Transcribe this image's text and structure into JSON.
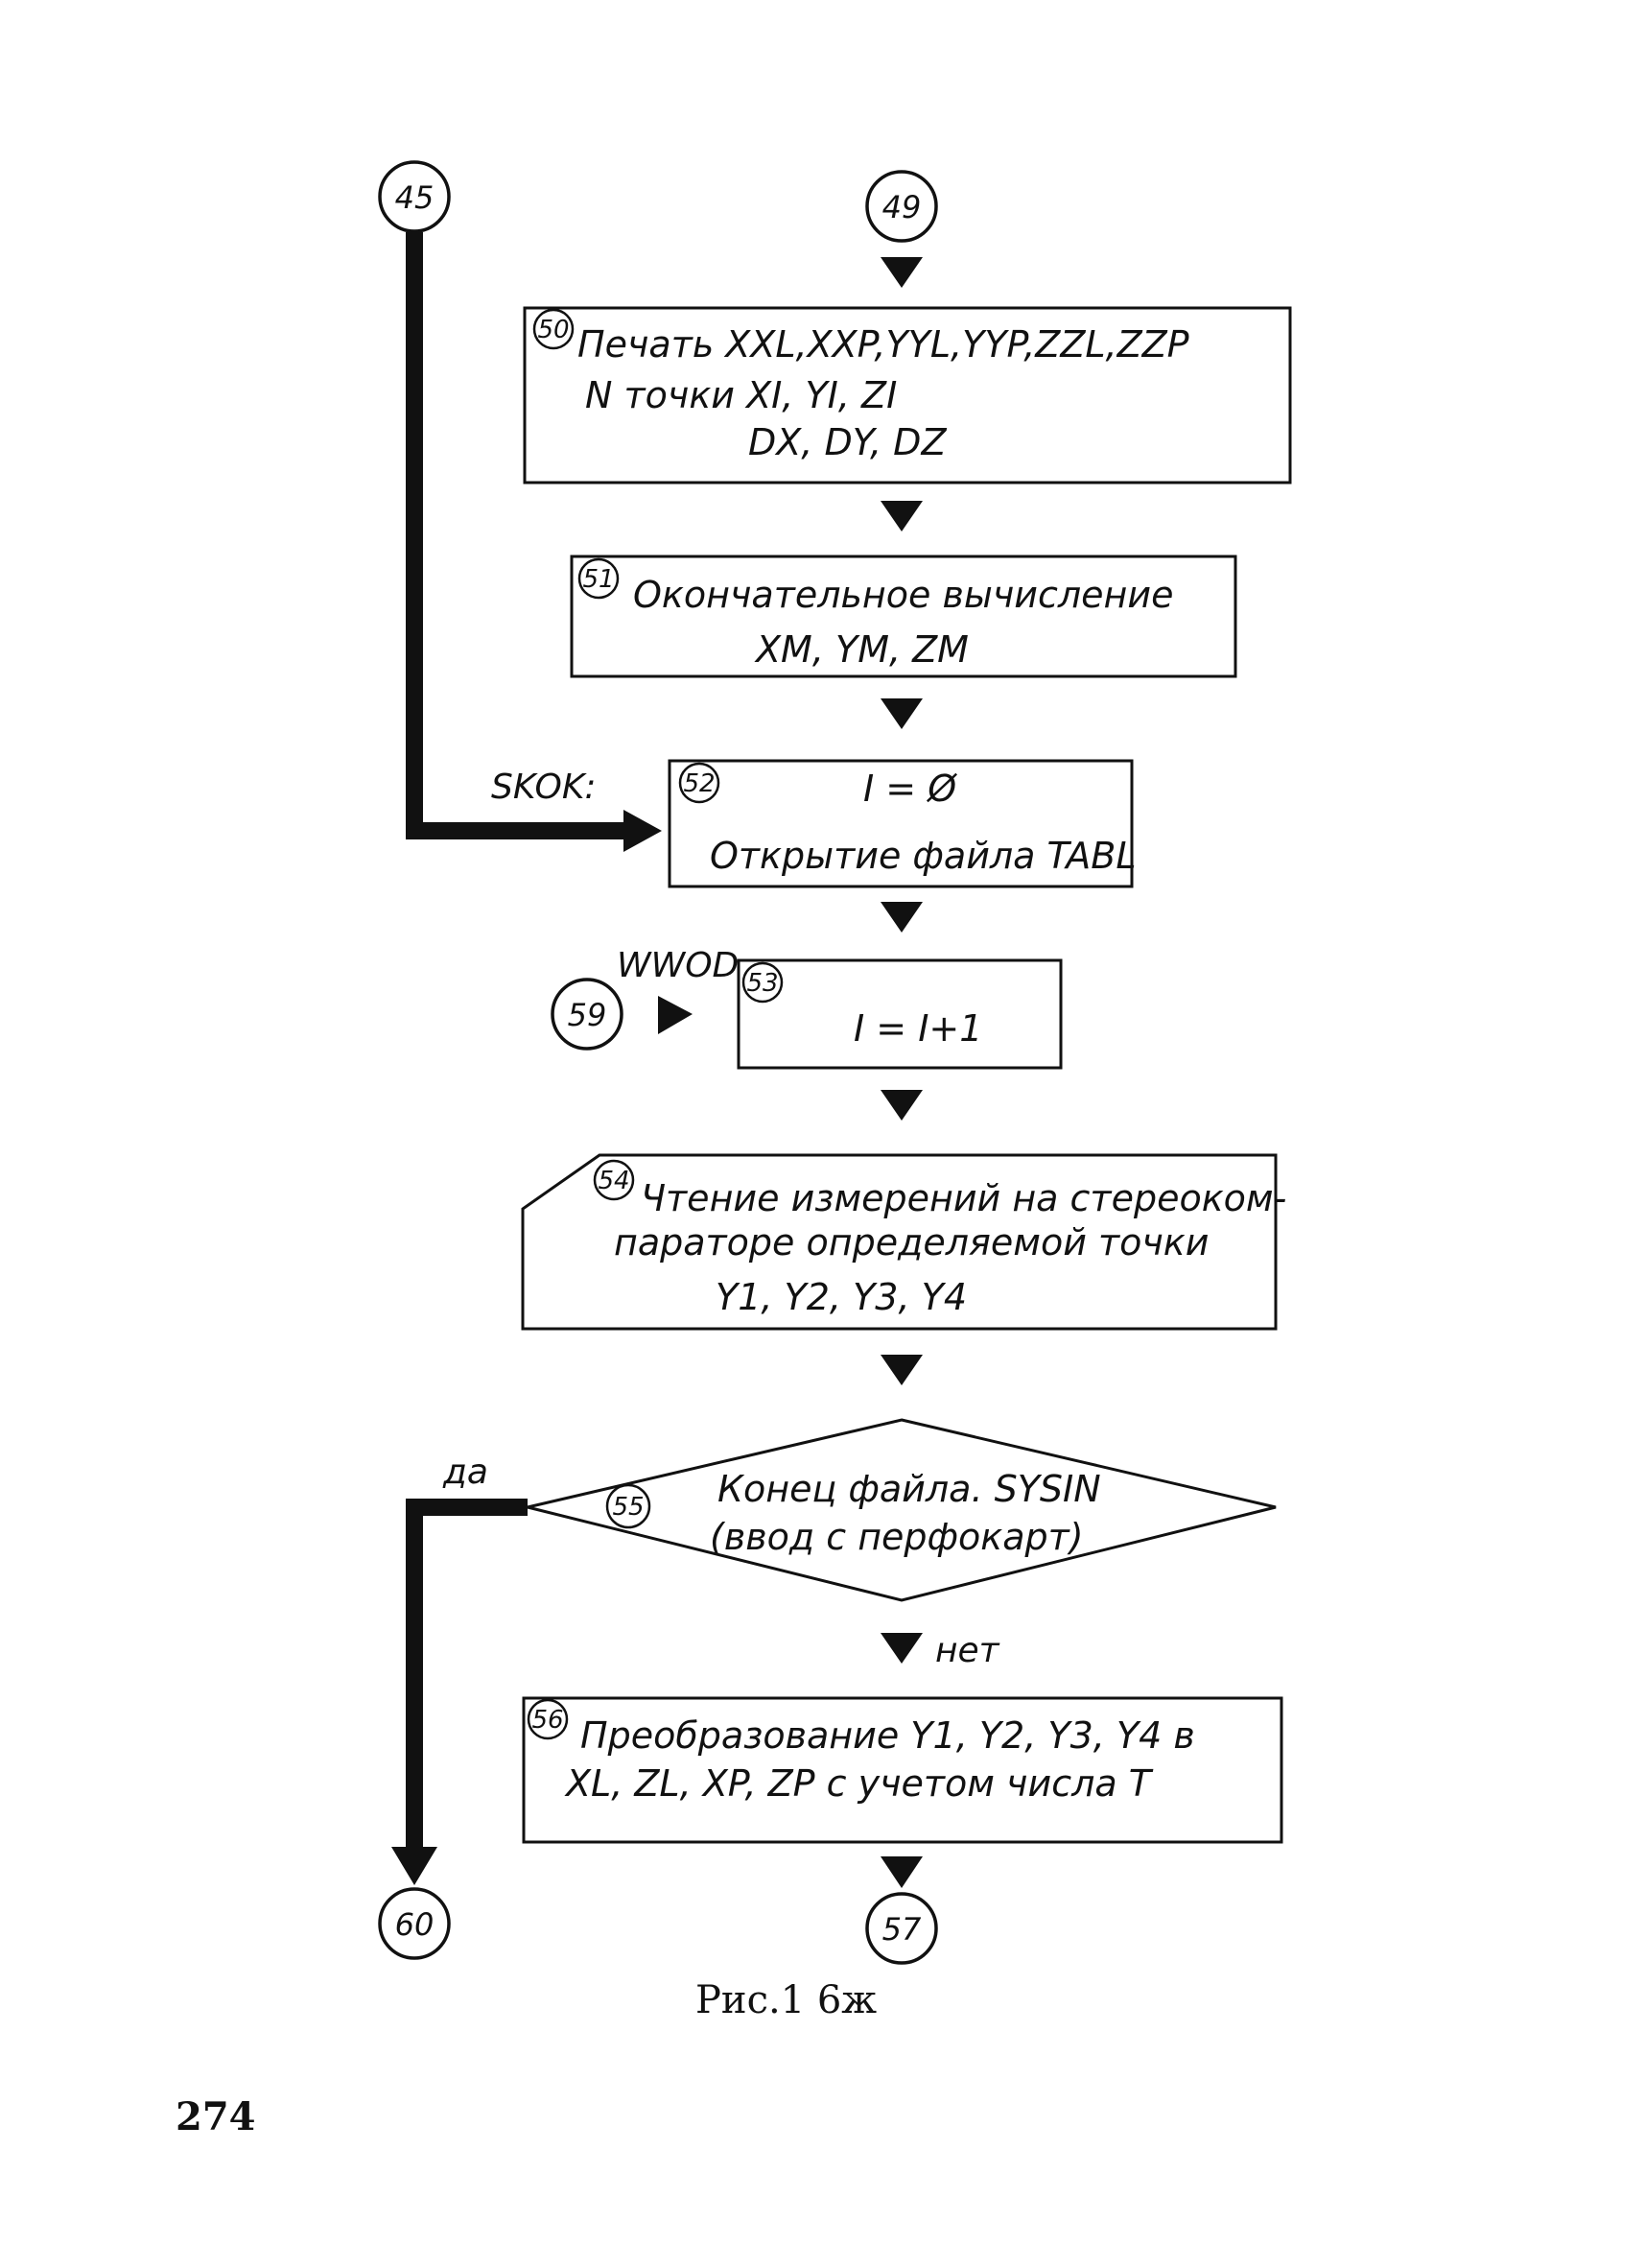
{
  "connectors": {
    "c45": "45",
    "c49": "49",
    "c59": "59",
    "c60": "60",
    "c57": "57"
  },
  "blocks": {
    "b50": {
      "number": "50",
      "lines": [
        "Печать XXL,XXP,YYL,YYP,ZZL,ZZP",
        "N точки XI, YI, ZI",
        "DX, DY, DZ"
      ]
    },
    "b51": {
      "number": "51",
      "lines": [
        "Окончательное вычисление",
        "XM, YM, ZM"
      ]
    },
    "b52": {
      "number": "52",
      "lines": [
        "I = Ø",
        "Открытие файла TABL"
      ]
    },
    "b53": {
      "number": "53",
      "lines": [
        "I = I+1"
      ]
    },
    "b54": {
      "number": "54",
      "lines": [
        "Чтение измерений на стереоком-",
        "параторе определяемой точки",
        "Y1, Y2, Y3, Y4"
      ]
    },
    "b55": {
      "number": "55",
      "lines": [
        "Конец файла. SYSIN",
        "(ввод с перфокарт)"
      ]
    },
    "b56": {
      "number": "56",
      "lines": [
        "Преобразование Y1, Y2, Y3, Y4 в",
        "XL, ZL, XP, ZP с учетом числа T"
      ]
    }
  },
  "labels": {
    "skok": "SKOK:",
    "wwod": "WWOD:",
    "yes": "да",
    "no": "нет"
  },
  "caption": "Рис.1 6ж",
  "page_number": "274"
}
